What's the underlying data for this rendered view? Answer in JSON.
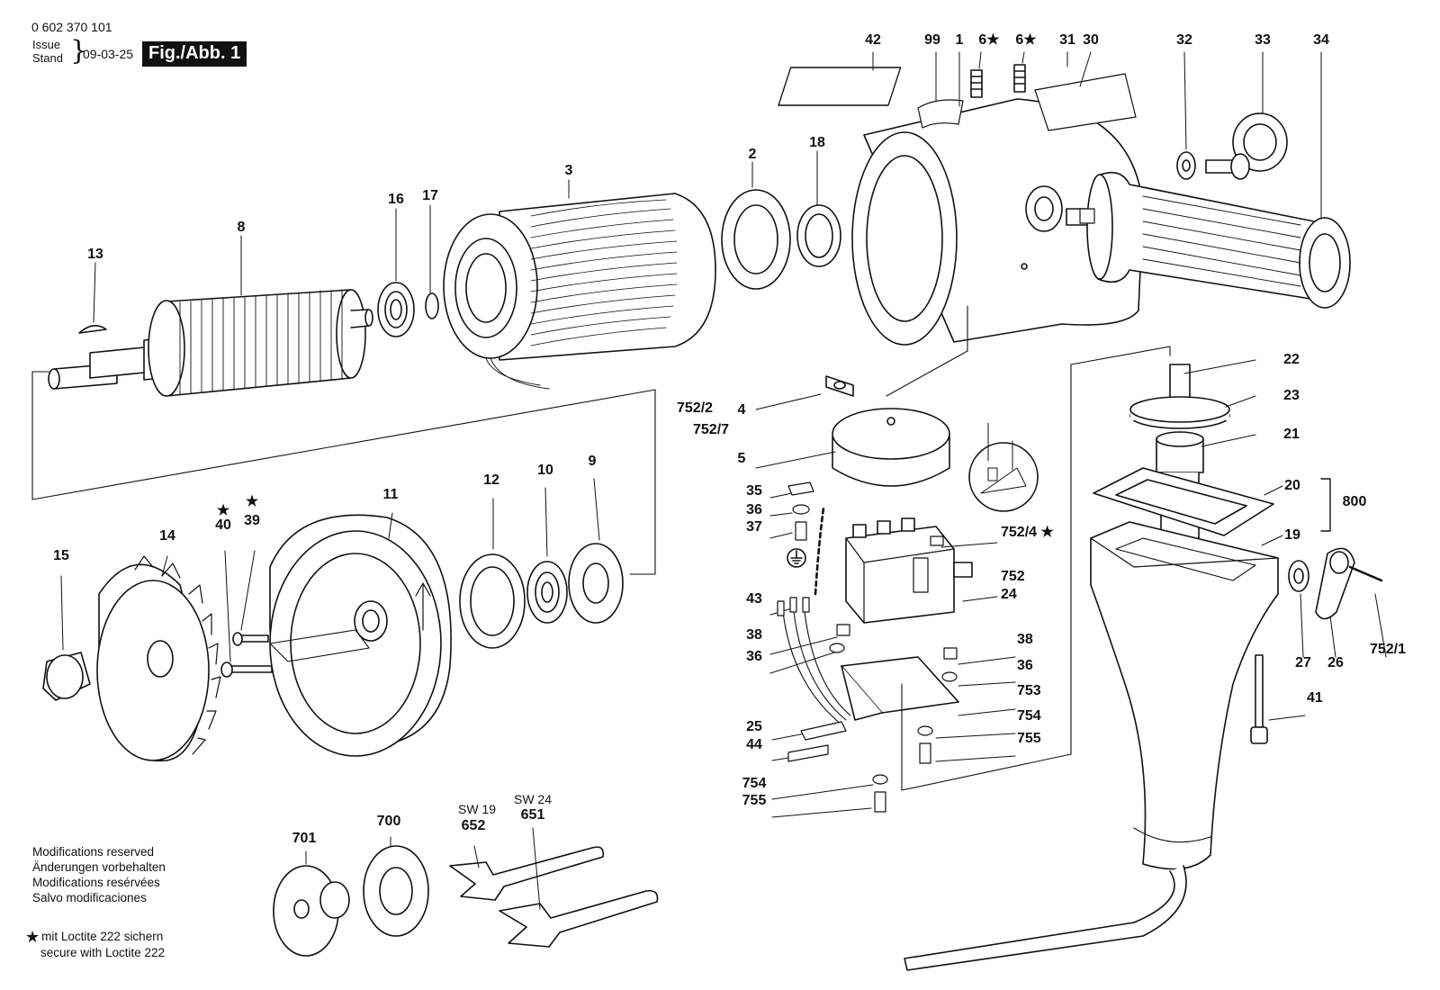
{
  "header": {
    "doc_number": "0 602 370 101",
    "issue_label": "Issue",
    "stand_label": "Stand",
    "date": "09-03-25",
    "figure_label": "Fig./Abb. 1"
  },
  "notes": {
    "lines": [
      "Modifications reserved",
      "Änderungen vorbehalten",
      "Modifications resérvées",
      "Salvo modificaciones"
    ]
  },
  "loctite": {
    "symbol": "★",
    "line1": "mit Loctite 222 sichern",
    "line2": "secure with Loctite 222"
  },
  "callouts": [
    {
      "label": "42",
      "bold": true
    },
    {
      "label": "99",
      "bold": true
    },
    {
      "label": "1",
      "bold": true
    },
    {
      "label": "6★",
      "bold": true
    },
    {
      "label": "6★",
      "bold": true
    },
    {
      "label": "31",
      "bold": true
    },
    {
      "label": "30",
      "bold": true
    },
    {
      "label": "32",
      "bold": true
    },
    {
      "label": "33",
      "bold": true
    },
    {
      "label": "34",
      "bold": true
    },
    {
      "label": "2",
      "bold": true
    },
    {
      "label": "18",
      "bold": true
    },
    {
      "label": "3",
      "bold": true
    },
    {
      "label": "16",
      "bold": true
    },
    {
      "label": "17",
      "bold": true
    },
    {
      "label": "8",
      "bold": true
    },
    {
      "label": "13",
      "bold": true
    },
    {
      "label": "22",
      "bold": true
    },
    {
      "label": "23",
      "bold": true
    },
    {
      "label": "21",
      "bold": true
    },
    {
      "label": "20",
      "bold": true
    },
    {
      "label": "800",
      "bold": true
    },
    {
      "label": "19",
      "bold": true
    },
    {
      "label": "4",
      "bold": true
    },
    {
      "label": "5",
      "bold": true
    },
    {
      "label": "752/2",
      "bold": true
    },
    {
      "label": "752/7",
      "bold": true
    },
    {
      "label": "35",
      "bold": true
    },
    {
      "label": "36",
      "bold": true
    },
    {
      "label": "37",
      "bold": true
    },
    {
      "label": "752/4 ★",
      "bold": true
    },
    {
      "label": "752",
      "bold": true
    },
    {
      "label": "24",
      "bold": true
    },
    {
      "label": "43",
      "bold": true
    },
    {
      "label": "38",
      "bold": true
    },
    {
      "label": "36",
      "bold": true
    },
    {
      "label": "38",
      "bold": true
    },
    {
      "label": "36",
      "bold": true
    },
    {
      "label": "753",
      "bold": true
    },
    {
      "label": "754",
      "bold": true
    },
    {
      "label": "755",
      "bold": true
    },
    {
      "label": "25",
      "bold": true
    },
    {
      "label": "44",
      "bold": true
    },
    {
      "label": "754",
      "bold": true
    },
    {
      "label": "755",
      "bold": true
    },
    {
      "label": "27",
      "bold": true
    },
    {
      "label": "26",
      "bold": true
    },
    {
      "label": "752/1",
      "bold": true
    },
    {
      "label": "41",
      "bold": true
    },
    {
      "label": "15",
      "bold": true
    },
    {
      "label": "14",
      "bold": true
    },
    {
      "label": "★",
      "bold": true
    },
    {
      "label": "40",
      "bold": true
    },
    {
      "label": "★",
      "bold": true
    },
    {
      "label": "39",
      "bold": true
    },
    {
      "label": "11",
      "bold": true
    },
    {
      "label": "12",
      "bold": true
    },
    {
      "label": "10",
      "bold": true
    },
    {
      "label": "9",
      "bold": true
    },
    {
      "label": "701",
      "bold": true
    },
    {
      "label": "700",
      "bold": true
    },
    {
      "label": "SW 19",
      "bold": false
    },
    {
      "label": "652",
      "bold": true
    },
    {
      "label": "SW 24",
      "bold": false
    },
    {
      "label": "651",
      "bold": true
    }
  ]
}
